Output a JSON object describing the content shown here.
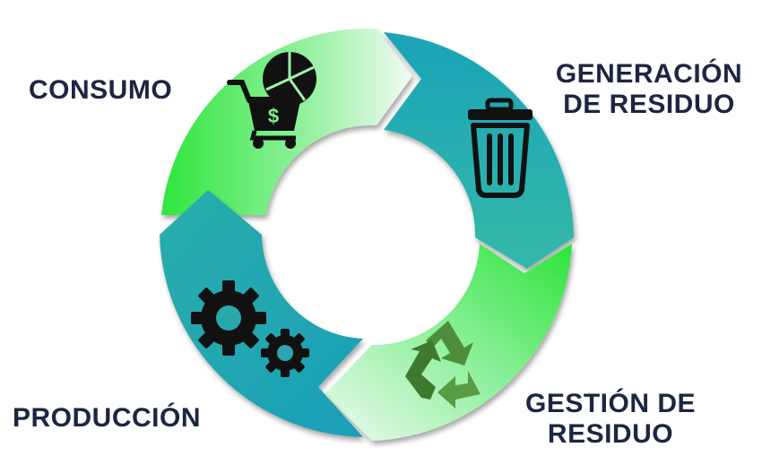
{
  "stages": {
    "consumo": {
      "label": "CONSUMO",
      "icon": "shopping-cart-icon"
    },
    "generacion": {
      "label_line1": "GENERACIÓN",
      "label_line2": "DE RESIDUO",
      "icon": "trash-can-icon"
    },
    "gestion": {
      "label_line1": "GESTIÓN DE",
      "label_line2": "RESIDUO",
      "icon": "recycle-icon"
    },
    "produccion": {
      "label": "PRODUCCIÓN",
      "icon": "gears-icon"
    }
  },
  "colors": {
    "text": "#1d2541",
    "green_bright": "#3dea4a",
    "green_light": "#e6f9e8",
    "teal": "#1aa6b3",
    "teal_light": "#3cc2b0",
    "icon_dark": "#111111",
    "recycle_green": "#4e8e3a"
  }
}
